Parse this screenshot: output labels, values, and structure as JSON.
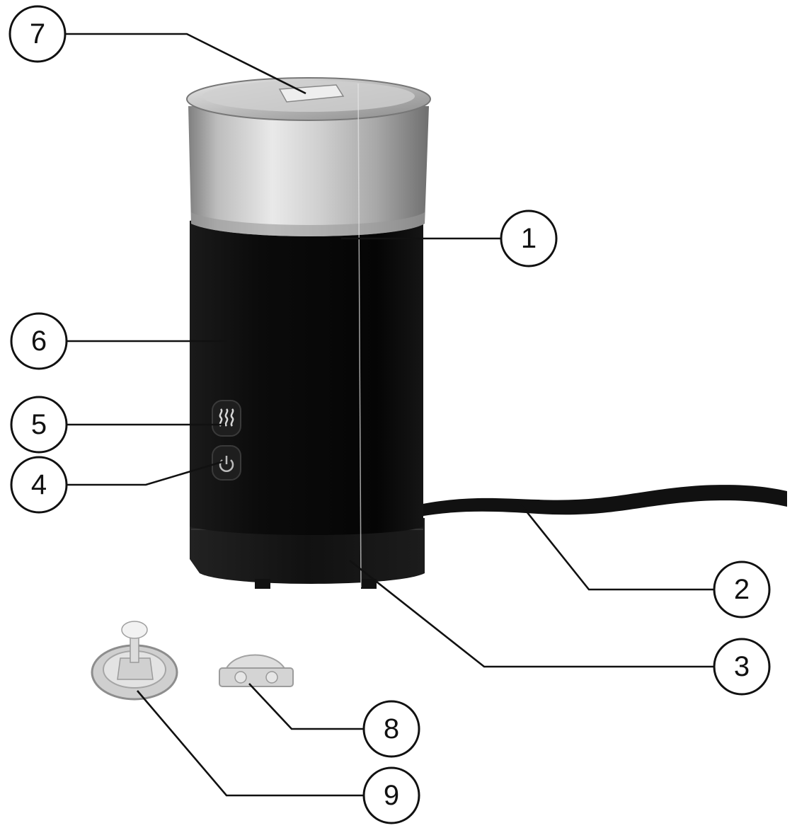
{
  "callouts": [
    {
      "id": "1",
      "label": "1"
    },
    {
      "id": "2",
      "label": "2"
    },
    {
      "id": "3",
      "label": "3"
    },
    {
      "id": "4",
      "label": "4"
    },
    {
      "id": "5",
      "label": "5"
    },
    {
      "id": "6",
      "label": "6"
    },
    {
      "id": "7",
      "label": "7"
    },
    {
      "id": "8",
      "label": "8"
    },
    {
      "id": "9",
      "label": "9"
    }
  ],
  "colors": {
    "body": "#0d0d0d",
    "steel_light": "#d6d6d6",
    "steel_dark": "#8c8c8c",
    "line": "#111111"
  },
  "icons": {
    "heat_button": "steam-wavy-lines",
    "power_button": "power-symbol"
  }
}
